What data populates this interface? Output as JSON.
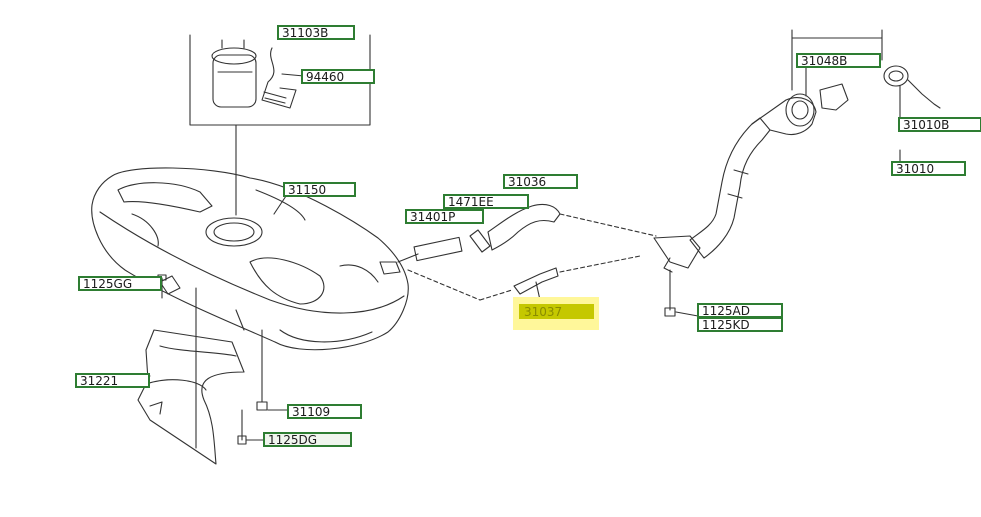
{
  "colors": {
    "label_border": "#2e7d32",
    "highlight_box": "#fff79a",
    "highlight_label": "#c5c800",
    "line": "#333333"
  },
  "parts": {
    "p31103b": "31103B",
    "p94460": "94460",
    "p31150": "31150",
    "p1125gg": "1125GG",
    "p31221": "31221",
    "p31109": "31109",
    "p1125dg": "1125DG",
    "p31036": "31036",
    "p1471ee": "1471EE",
    "p31401p": "31401P",
    "p31037": "31037",
    "p1125ad": "1125AD",
    "p1125kd": "1125KD",
    "p31048b": "31048B",
    "p31010b": "31010B",
    "p31010": "31010"
  }
}
